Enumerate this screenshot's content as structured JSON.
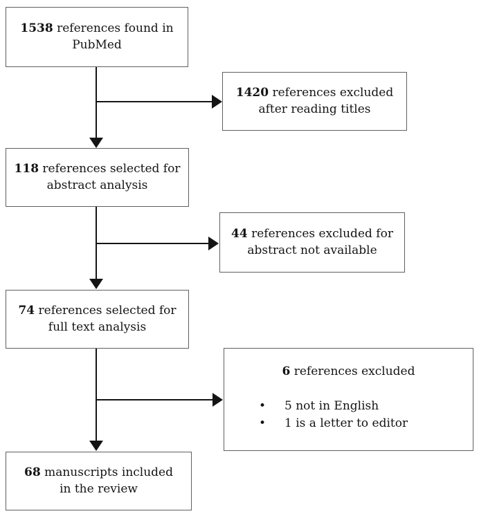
{
  "diagram": {
    "type": "flowchart",
    "boxes": {
      "found": {
        "number": "1538",
        "line1_rest": " references found in",
        "line2": "PubMed"
      },
      "excluded_titles": {
        "number": "1420",
        "line1_rest": " references excluded",
        "line2": "after reading titles"
      },
      "abstract": {
        "number": "118",
        "line1_rest": " references selected for",
        "line2": "abstract analysis"
      },
      "excluded_abstract": {
        "number": "44",
        "line1_rest": " references excluded for",
        "line2": "abstract not available"
      },
      "fulltext": {
        "number": "74",
        "line1_rest": " references selected for",
        "line2": "full text analysis"
      },
      "excluded_fulltext": {
        "number": "6",
        "line1_rest": " references excluded",
        "bullet_glyph": "•",
        "bullets": [
          "5 not in English",
          "1 is a letter to editor"
        ]
      },
      "included": {
        "number": "68",
        "line1_rest": " manuscripts included",
        "line2": "in the review"
      }
    },
    "colors": {
      "border": "#5f5f5f",
      "line": "#141414",
      "text": "#141414",
      "background": "#ffffff"
    }
  }
}
